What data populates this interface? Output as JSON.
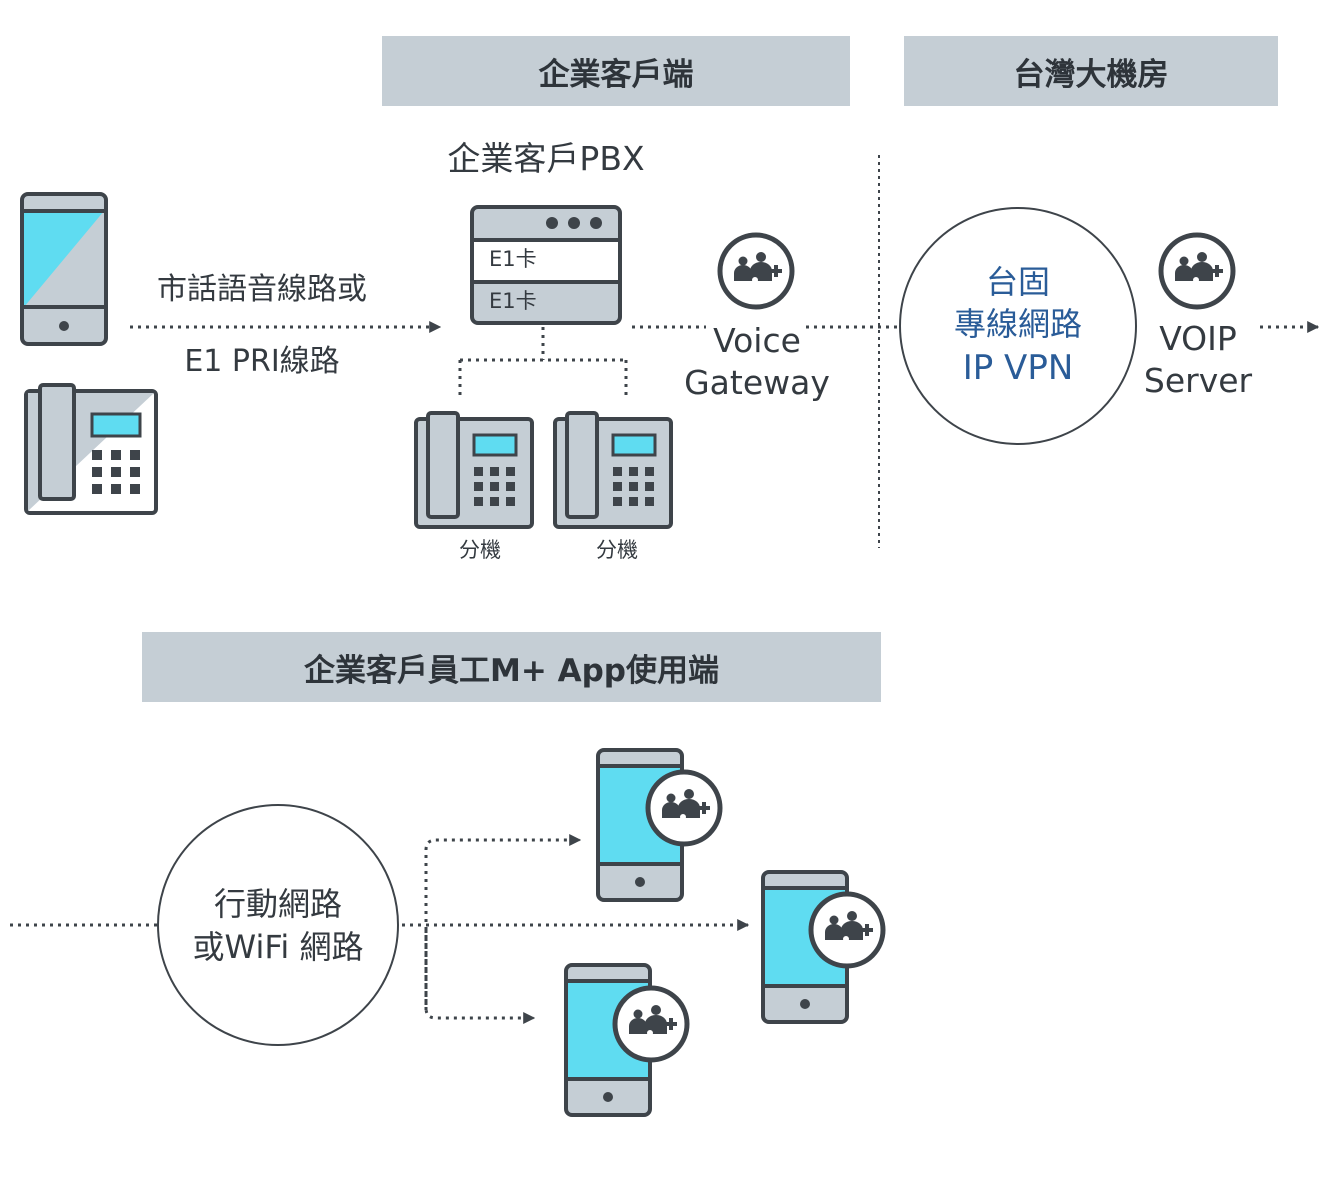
{
  "headers": {
    "enterprise": "企業客戶端",
    "datacenter": "台灣大機房",
    "app_users": "企業客戶員工M+ App使用端"
  },
  "pbx": {
    "title": "企業客戶PBX",
    "card1": "E1卡",
    "card2": "E1卡"
  },
  "extensions": {
    "ext1": "分機",
    "ext2": "分機"
  },
  "left_link": {
    "line1": "市話語音線路或",
    "line2": "E1 PRI線路"
  },
  "voice_gateway": {
    "line1": "Voice",
    "line2": "Gateway"
  },
  "vpn": {
    "line1": "台固",
    "line2": "專線網路",
    "line3": "IP VPN"
  },
  "voip_server": {
    "line1": "VOIP",
    "line2": "Server"
  },
  "mobile_net": {
    "line1": "行動網路",
    "line2": "或WiFi 網路"
  },
  "colors": {
    "screen_cyan": "#5fdcf1",
    "device_gray": "#c5ced5",
    "outline": "#3e444a",
    "header_bg": "#c5ced5",
    "vpn_text": "#2a5c98"
  },
  "icons": [
    "smartphone-icon",
    "desk-phone-icon",
    "pbx-server-icon",
    "mplus-app-icon"
  ]
}
